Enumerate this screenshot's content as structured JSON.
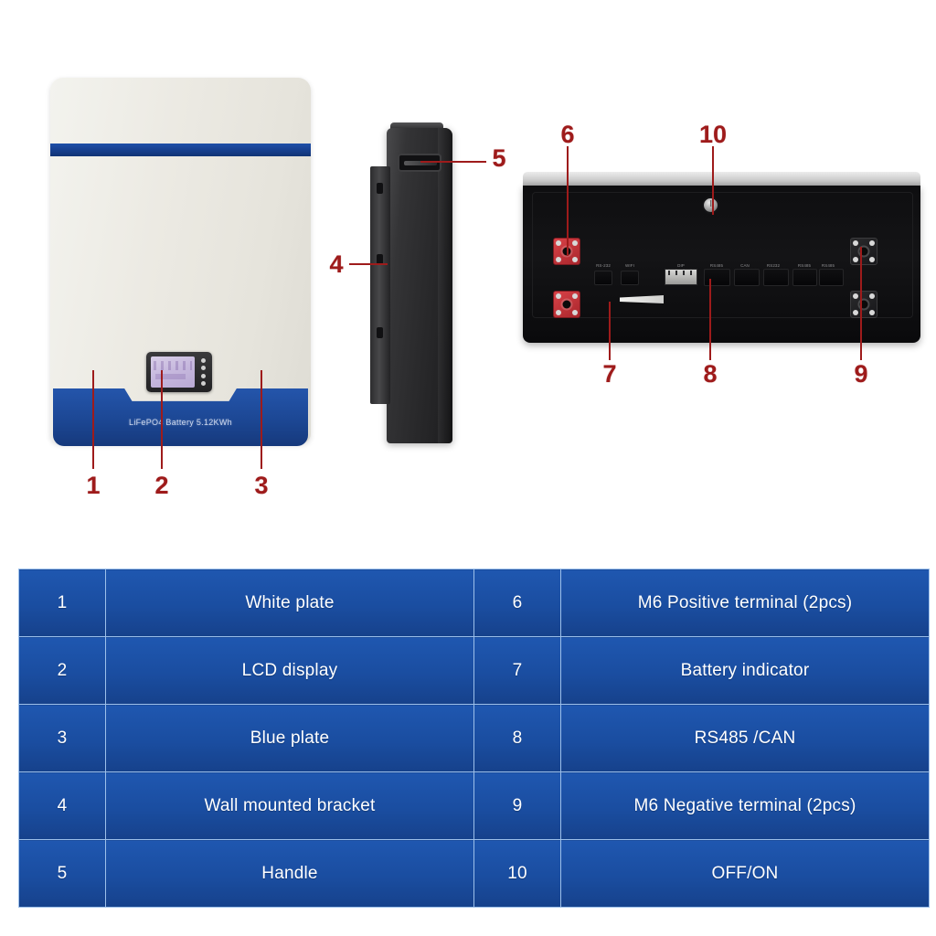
{
  "product": {
    "front_label": "LiFePO4 Battery 5.12KWh"
  },
  "callouts": [
    {
      "id": "1",
      "label": "1"
    },
    {
      "id": "2",
      "label": "2"
    },
    {
      "id": "3",
      "label": "3"
    },
    {
      "id": "4",
      "label": "4"
    },
    {
      "id": "5",
      "label": "5"
    },
    {
      "id": "6",
      "label": "6"
    },
    {
      "id": "7",
      "label": "7"
    },
    {
      "id": "8",
      "label": "8"
    },
    {
      "id": "9",
      "label": "9"
    },
    {
      "id": "10",
      "label": "10"
    }
  ],
  "rear_ports": [
    {
      "name": "RS-232",
      "label": "RS-232"
    },
    {
      "name": "WIFI",
      "label": "WIFI"
    },
    {
      "name": "DIP",
      "label": "DIP"
    },
    {
      "name": "RS485-1",
      "label": "RS485"
    },
    {
      "name": "CAN",
      "label": "CAN"
    },
    {
      "name": "RS232",
      "label": "RS232"
    },
    {
      "name": "RS485-2",
      "label": "RS485"
    },
    {
      "name": "RS485-3",
      "label": "RS485"
    }
  ],
  "legend": {
    "rows": [
      {
        "left_num": "1",
        "left_label": "White plate",
        "right_num": "6",
        "right_label": "M6 Positive terminal (2pcs)"
      },
      {
        "left_num": "2",
        "left_label": "LCD display",
        "right_num": "7",
        "right_label": "Battery indicator"
      },
      {
        "left_num": "3",
        "left_label": "Blue plate",
        "right_num": "8",
        "right_label": "RS485 /CAN"
      },
      {
        "left_num": "4",
        "left_label": "Wall mounted bracket",
        "right_num": "9",
        "right_label": "M6 Negative terminal (2pcs)"
      },
      {
        "left_num": "5",
        "left_label": "Handle",
        "right_num": "10",
        "right_label": "OFF/ON"
      }
    ]
  },
  "colors": {
    "table_blue": "#1a4da0",
    "callout_red": "#9e1b1b",
    "stripe_blue": "#17408f",
    "terminal_positive": "#c2323a",
    "body_white": "#eceae3"
  }
}
